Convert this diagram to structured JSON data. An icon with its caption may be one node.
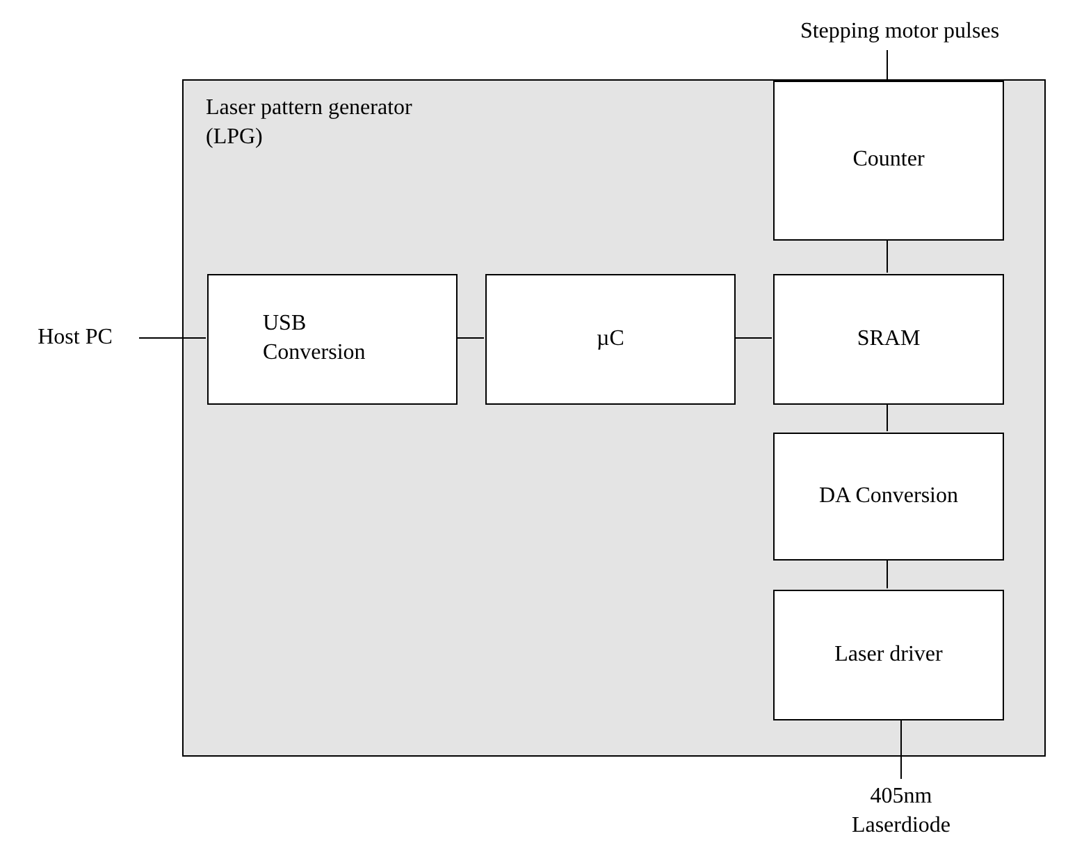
{
  "diagram": {
    "nodes": [
      {
        "text": [
          "Laser pattern generator (LPG)"
        ]
      },
      {
        "text": [
          "USB Conversion"
        ],
        "in": 0
      },
      {
        "text": [
          "µC"
        ],
        "in": 0
      },
      {
        "text": [
          "Counter"
        ],
        "in": 0
      },
      {
        "text": [
          "SRAM"
        ],
        "in": 0
      },
      {
        "text": [
          "DA Conversion"
        ],
        "in": 0
      },
      {
        "text": [
          "Laser driver"
        ],
        "in": 0
      },
      {
        "text": [
          "Host PC"
        ]
      },
      {
        "text": [
          "Stepping motor pulses"
        ]
      },
      {
        "text": [
          "405nm Laserdiode"
        ]
      }
    ],
    "edges": [
      {
        "from": 7,
        "to": 1,
        "arrow": "none"
      },
      {
        "from": 1,
        "to": 2,
        "arrow": "none"
      },
      {
        "from": 2,
        "to": 4,
        "arrow": "none"
      },
      {
        "from": 3,
        "to": 4,
        "arrow": "none"
      },
      {
        "from": 4,
        "to": 5,
        "arrow": "none"
      },
      {
        "from": 5,
        "to": 6,
        "arrow": "none"
      },
      {
        "from": 8,
        "to": 3,
        "arrow": "none"
      },
      {
        "from": 6,
        "to": 9,
        "arrow": "none"
      }
    ]
  }
}
